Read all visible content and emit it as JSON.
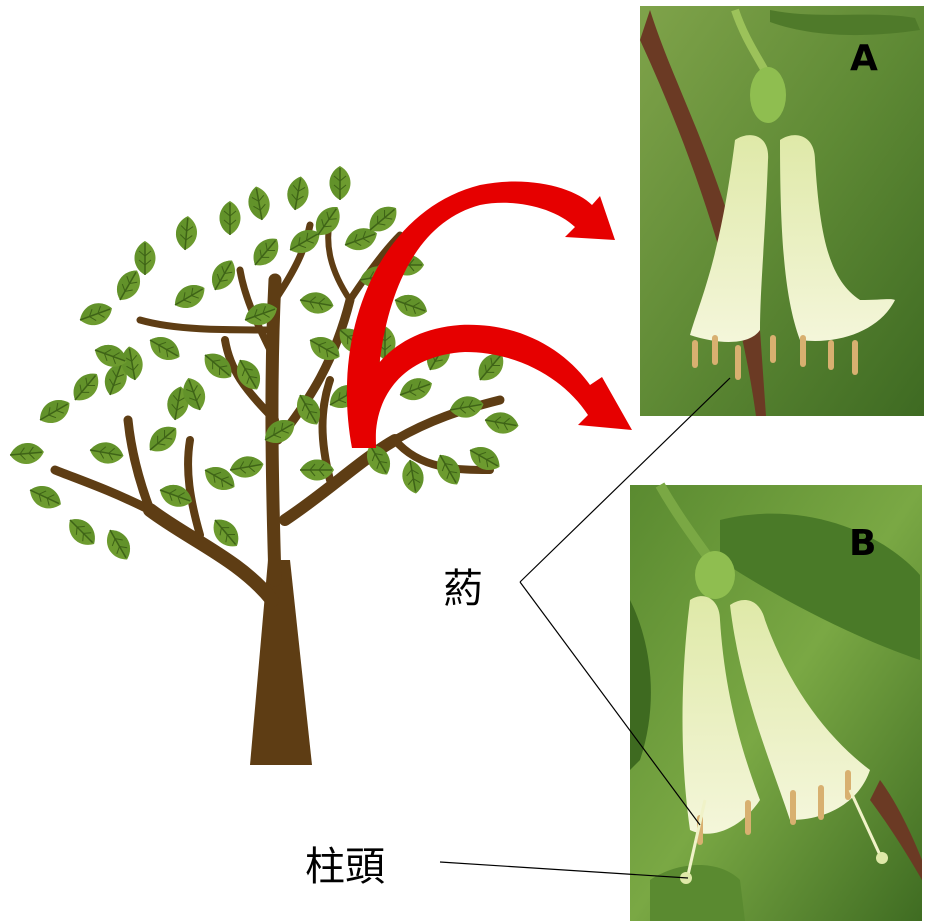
{
  "photos": [
    {
      "label": "A"
    },
    {
      "label": "B"
    }
  ],
  "callouts": {
    "anther": "葯",
    "stigma": "柱頭"
  },
  "colors": {
    "arrow": "#e60000",
    "trunk": "#5e3d14",
    "leaf": "#6d9b2f",
    "leaf_dark": "#4f7a1f",
    "leaf_vein": "#3e6317"
  },
  "icons": [
    "tree-illustration",
    "arrow-icon",
    "flower-photo"
  ]
}
